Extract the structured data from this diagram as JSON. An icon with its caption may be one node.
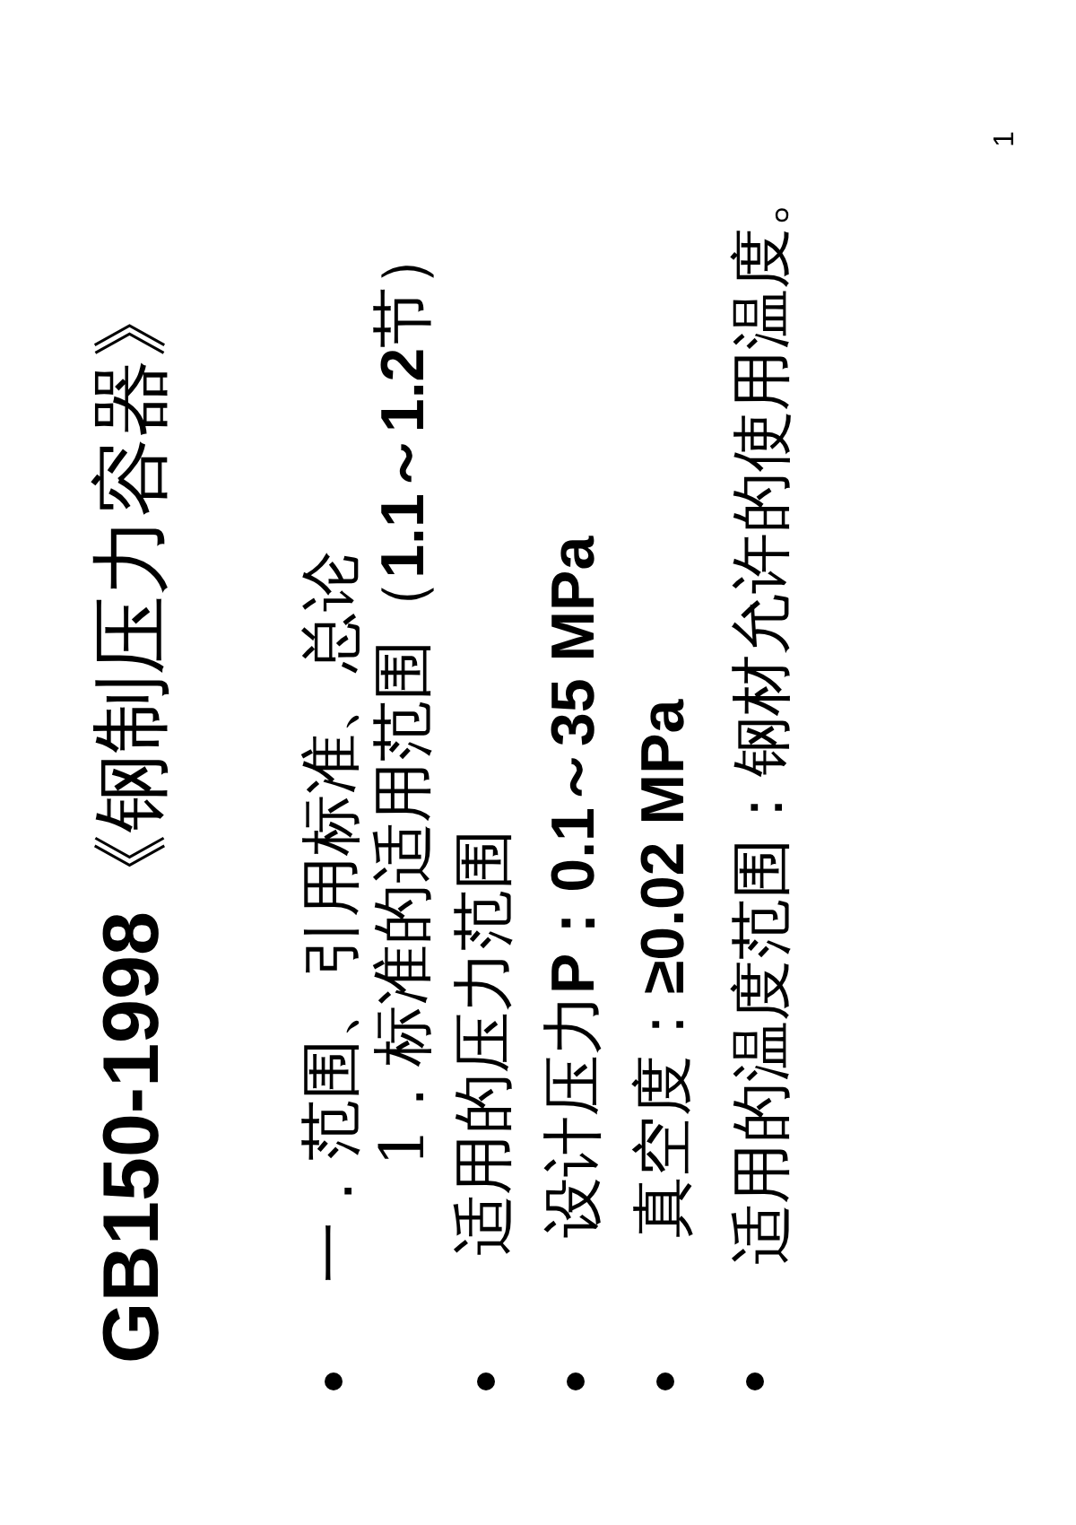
{
  "diagram": {
    "title": "**GB150-1998**《钢制压力容器》",
    "labels": [
      "1",
      "一．范围、引用标准、总论",
      "1．标准的适用范围（**1.1～1.2**节）",
      "适用的压力范围",
      "设计压力**P：0.1～35 MPa**",
      "真空度：**≥0.02 MPa**",
      "适用的温度范围：钢材允许的使用温度。"
    ]
  }
}
